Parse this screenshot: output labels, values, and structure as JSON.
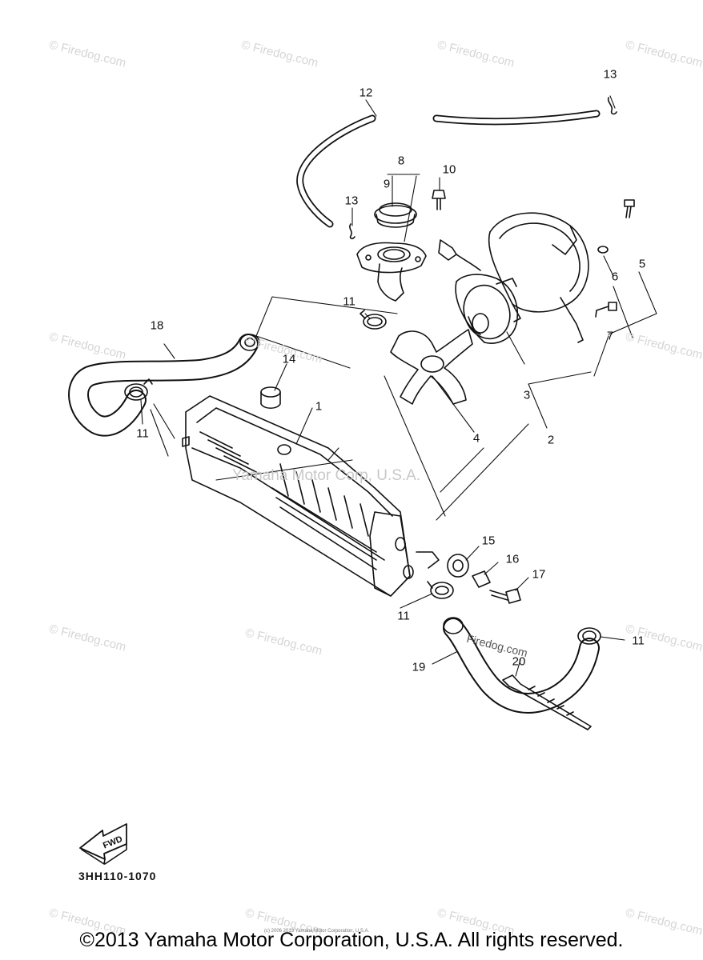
{
  "diagram": {
    "callouts": [
      {
        "id": "c1",
        "text": "1"
      },
      {
        "id": "c2",
        "text": "2"
      },
      {
        "id": "c3",
        "text": "3"
      },
      {
        "id": "c4",
        "text": "4"
      },
      {
        "id": "c5",
        "text": "5"
      },
      {
        "id": "c6",
        "text": "6"
      },
      {
        "id": "c7",
        "text": "7"
      },
      {
        "id": "c8",
        "text": "8"
      },
      {
        "id": "c9",
        "text": "9"
      },
      {
        "id": "c10",
        "text": "10"
      },
      {
        "id": "c11a",
        "text": "11"
      },
      {
        "id": "c11b",
        "text": "11"
      },
      {
        "id": "c11c",
        "text": "11"
      },
      {
        "id": "c11d",
        "text": "11"
      },
      {
        "id": "c12",
        "text": "12"
      },
      {
        "id": "c13a",
        "text": "13"
      },
      {
        "id": "c13b",
        "text": "13"
      },
      {
        "id": "c14",
        "text": "14"
      },
      {
        "id": "c15",
        "text": "15"
      },
      {
        "id": "c16",
        "text": "16"
      },
      {
        "id": "c17",
        "text": "17"
      },
      {
        "id": "c18",
        "text": "18"
      },
      {
        "id": "c19",
        "text": "19"
      },
      {
        "id": "c20",
        "text": "20"
      }
    ],
    "fwd_label": "FWD",
    "part_code": "3HH110-1070"
  },
  "watermarks": {
    "tile_text": "© Firedog.com",
    "center_text": "Yamaha Motor Corp, U.S.A.",
    "mid_text": "Firedog.com",
    "fine_print": "(c) 2006 2013 Yamaha Motor Corporation, U.S.A."
  },
  "footer": {
    "copyright": "©2013 Yamaha Motor Corporation, U.S.A. All rights reserved."
  }
}
